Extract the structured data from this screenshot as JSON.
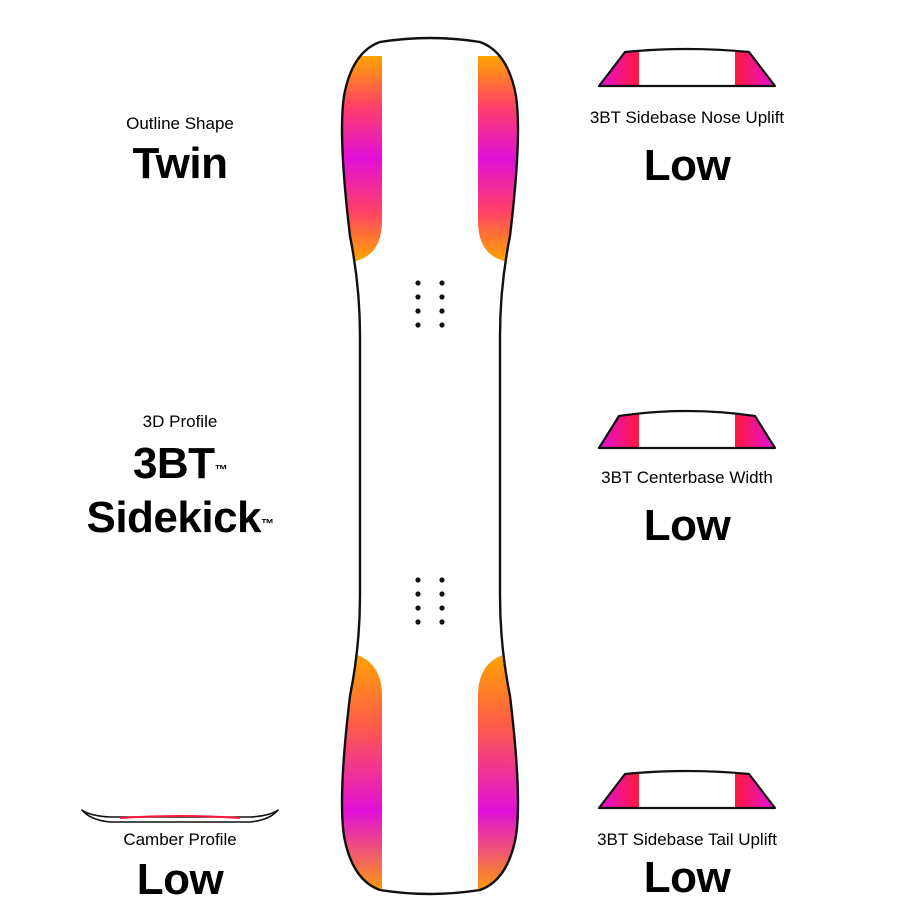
{
  "colors": {
    "gradient_orange": "#ffa400",
    "gradient_pink": "#ff1f6b",
    "gradient_magenta": "#e010d8",
    "gradient_red": "#ff1a3d",
    "outline": "#111111"
  },
  "specs": {
    "outline_shape": {
      "label": "Outline Shape",
      "value": "Twin"
    },
    "profile_3d": {
      "label": "3D Profile",
      "value_line1": "3BT",
      "value_line2": "Sidekick",
      "trademark": "™"
    },
    "camber_profile": {
      "label": "Camber Profile",
      "value": "Low"
    },
    "nose_uplift": {
      "label": "3BT Sidebase Nose Uplift",
      "value": "Low"
    },
    "centerbase_width": {
      "label": "3BT Centerbase Width",
      "value": "Low"
    },
    "tail_uplift": {
      "label": "3BT Sidebase Tail Uplift",
      "value": "Low"
    }
  }
}
